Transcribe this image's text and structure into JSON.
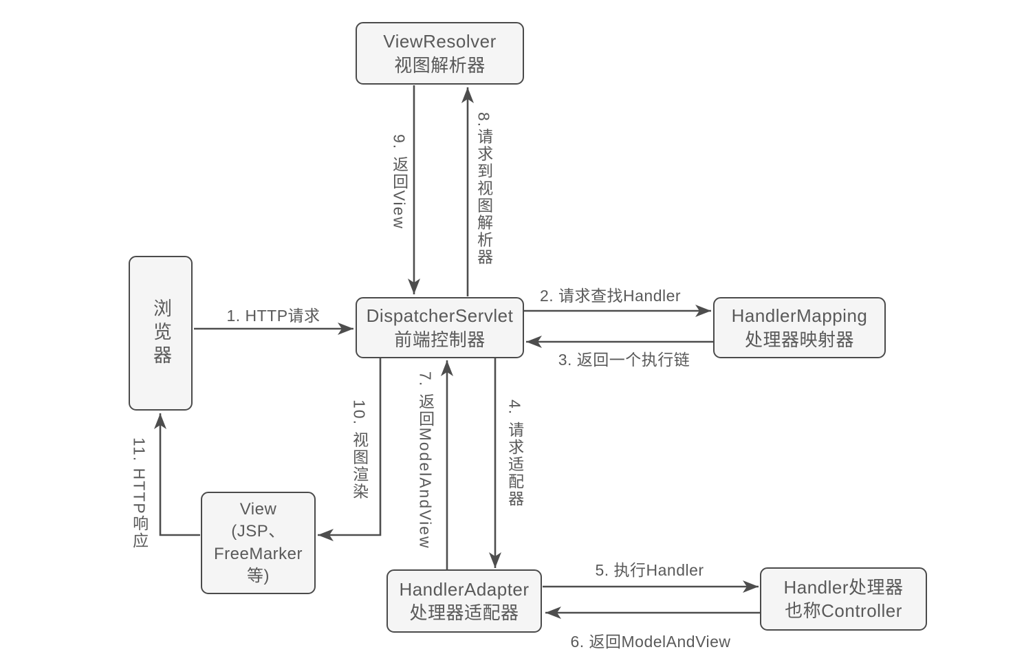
{
  "colors": {
    "line": "#4d4d4d",
    "box_fill": "#f5f5f5",
    "box_border": "#4a4a4a",
    "text": "#595959",
    "background": "#ffffff"
  },
  "nodes": {
    "view_resolver": {
      "line1": "ViewResolver",
      "line2": "视图解析器"
    },
    "browser": {
      "label": "浏览器"
    },
    "dispatcher_servlet": {
      "line1": "DispatcherServlet",
      "line2": "前端控制器"
    },
    "handler_mapping": {
      "line1": "HandlerMapping",
      "line2": "处理器映射器"
    },
    "view": {
      "line1": "View",
      "line2": "(JSP、",
      "line3": "FreeMarker",
      "line4": "等)"
    },
    "handler_adapter": {
      "line1": "HandlerAdapter",
      "line2": "处理器适配器"
    },
    "handler": {
      "line1": "Handler处理器",
      "line2": "也称Controller"
    }
  },
  "edges": {
    "e1": {
      "label": "1. HTTP请求",
      "from": "browser",
      "to": "dispatcher_servlet"
    },
    "e2": {
      "label": "2. 请求查找Handler",
      "from": "dispatcher_servlet",
      "to": "handler_mapping"
    },
    "e3": {
      "label": "3. 返回一个执行链",
      "from": "handler_mapping",
      "to": "dispatcher_servlet"
    },
    "e4": {
      "label": "4. 请求适配器",
      "from": "dispatcher_servlet",
      "to": "handler_adapter"
    },
    "e5": {
      "label": "5. 执行Handler",
      "from": "handler_adapter",
      "to": "handler"
    },
    "e6": {
      "label": "6. 返回ModelAndView",
      "from": "handler",
      "to": "handler_adapter"
    },
    "e7": {
      "label": "7. 返回ModelAndView",
      "from": "handler_adapter",
      "to": "dispatcher_servlet"
    },
    "e8": {
      "label": "8.请求到视图解析器",
      "from": "dispatcher_servlet",
      "to": "view_resolver"
    },
    "e9": {
      "label": "9. 返回View",
      "from": "view_resolver",
      "to": "dispatcher_servlet"
    },
    "e10": {
      "label": "10. 视图渲染",
      "from": "dispatcher_servlet",
      "to": "view"
    },
    "e11": {
      "label": "11. HTTP响应",
      "from": "view",
      "to": "browser"
    }
  }
}
